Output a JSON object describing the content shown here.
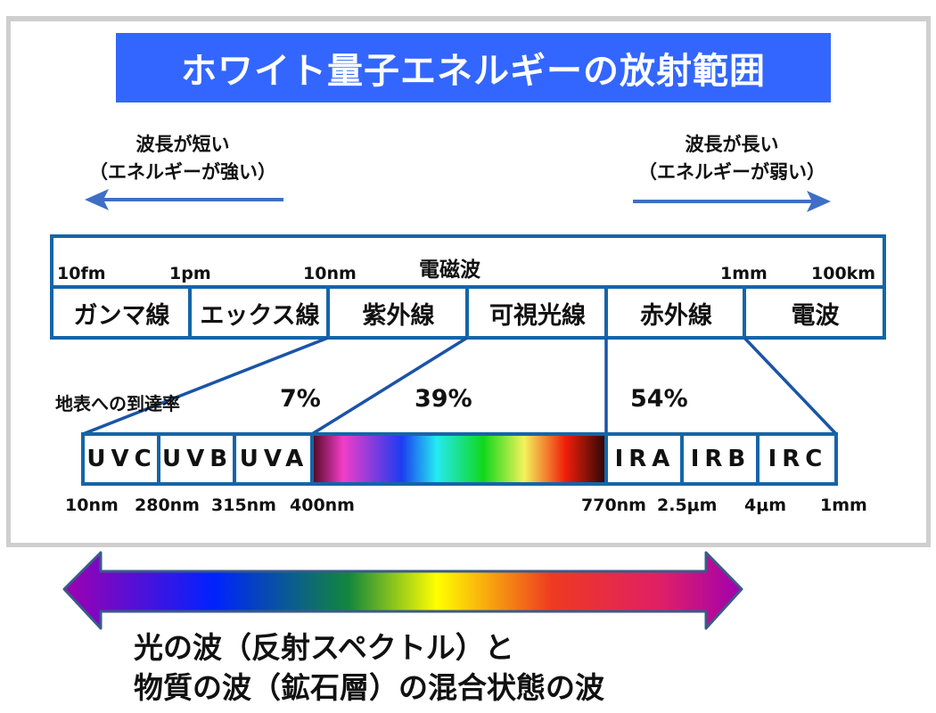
{
  "title": "ホワイト量子エネルギーの放射範囲",
  "colors": {
    "title_bg": "#3366ff",
    "title_text": "#ffffff",
    "box_border": "#1565a8",
    "arrow_blue": "#3f6fc4",
    "frame_border": "#cfcfcf"
  },
  "direction": {
    "short": {
      "line1": "波長が短い",
      "line2": "（エネルギーが強い）",
      "arrow": "left"
    },
    "long": {
      "line1": "波長が長い",
      "line2": "（エネルギーが弱い）",
      "arrow": "right"
    }
  },
  "em_spectrum": {
    "title": "電磁波",
    "scale_labels": [
      "10fm",
      "1pm",
      "10nm",
      "1mm",
      "100km"
    ],
    "bands": [
      "ガンマ線",
      "エックス線",
      "紫外線",
      "可視光線",
      "赤外線",
      "電波"
    ]
  },
  "surface_reach": {
    "label": "地表への到達率",
    "uv_percent": "7%",
    "visible_percent": "39%",
    "ir_percent": "54%"
  },
  "sub_bands": {
    "uv": [
      "UVC",
      "UVB",
      "UVA"
    ],
    "ir": [
      "IRA",
      "IRB",
      "IRC"
    ],
    "visible_gradient": [
      "#5a0a2a",
      "#f23dc8",
      "#1c3cf0",
      "#25e9f2",
      "#10d81c",
      "#f4f25a",
      "#f01f0a",
      "#2a0606"
    ]
  },
  "wavelengths": [
    "10nm",
    "280nm",
    "315nm",
    "400nm",
    "770nm",
    "2.5μm",
    "4μm",
    "1mm"
  ],
  "bottom": {
    "arrow_gradient": [
      "#a000b0",
      "#0022ff",
      "#12873c",
      "#ffff00",
      "#ee3a20",
      "#e01f66",
      "#a000b0"
    ],
    "line1": "光の波（反射スペクトル）と",
    "line2": "物質の波（鉱石層）の混合状態の波"
  }
}
